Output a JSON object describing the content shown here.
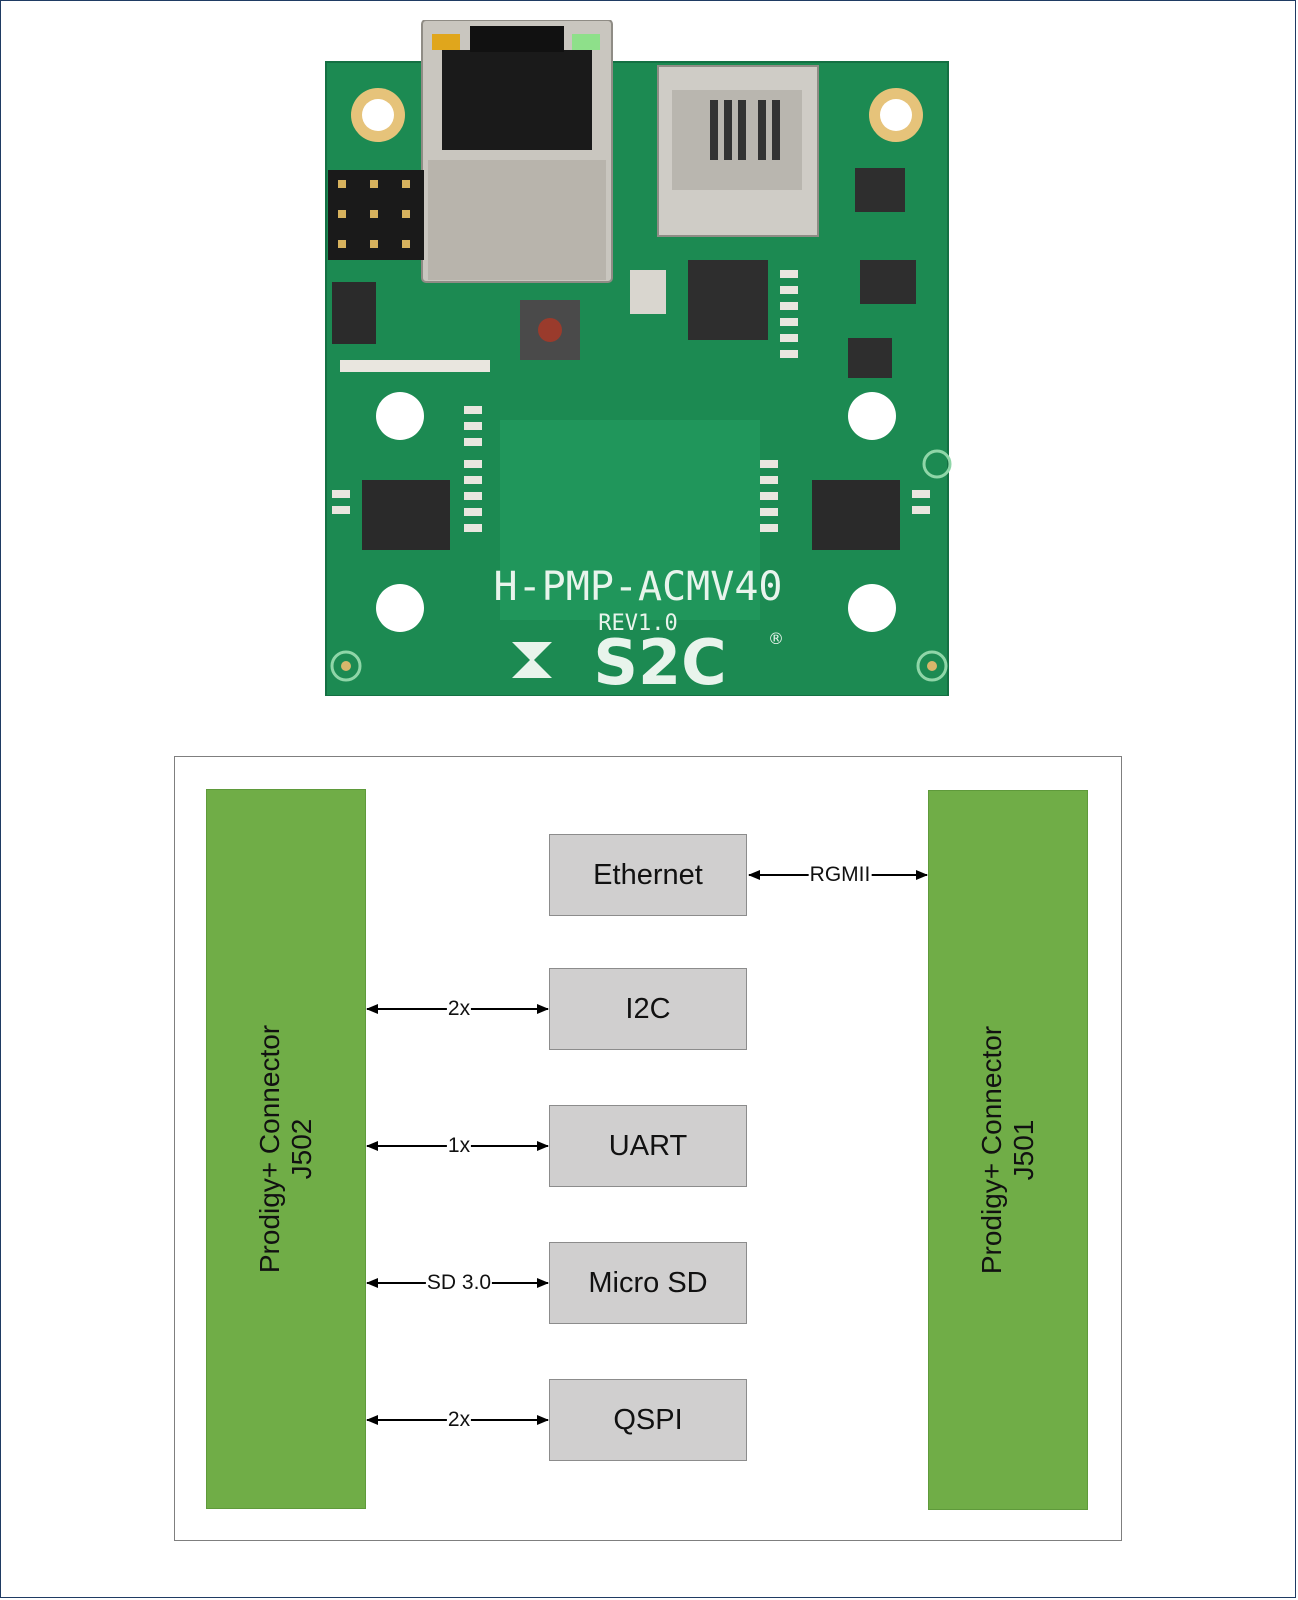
{
  "photo": {
    "board_name": "H-PMP-ACMV40",
    "revision": "REV1.0",
    "logo_text": "S2C"
  },
  "diagram": {
    "left_connector": {
      "line1": "Prodigy+ Connector",
      "line2": "J502"
    },
    "right_connector": {
      "line1": "Prodigy+ Connector",
      "line2": "J501"
    },
    "blocks": {
      "ethernet": "Ethernet",
      "i2c": "I2C",
      "uart": "UART",
      "micro_sd": "Micro SD",
      "qspi": "QSPI"
    },
    "links": {
      "ethernet": "RGMII",
      "i2c": "2x",
      "uart": "1x",
      "micro_sd": "SD 3.0",
      "qspi": "2x"
    },
    "colors": {
      "connector": "#70ad47",
      "block": "#d0cfcf",
      "pcb": "#1f8f55"
    }
  }
}
